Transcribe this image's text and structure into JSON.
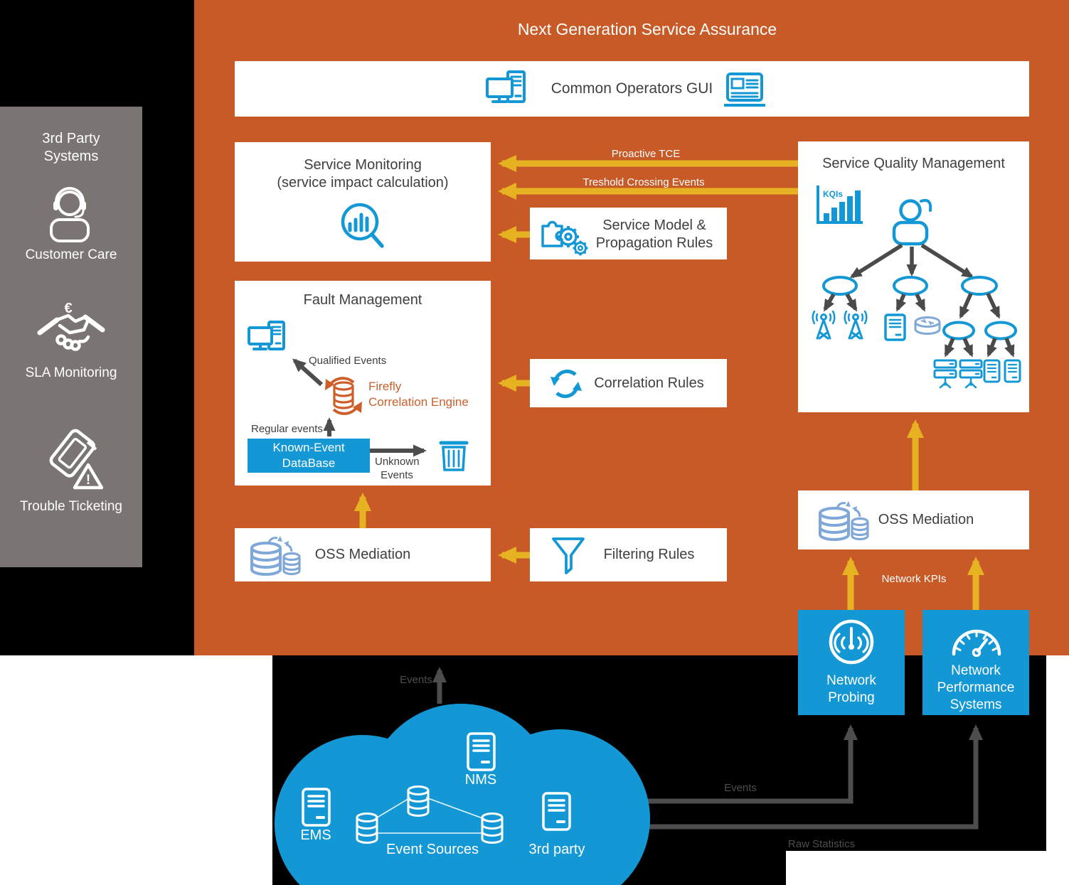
{
  "title": "Next Generation Service Assurance",
  "common_gui": {
    "label": "Common Operators GUI"
  },
  "sidebar": {
    "title_line1": "3rd Party",
    "title_line2": "Systems",
    "euro_symbol": "€",
    "warning_symbol": "!",
    "items": [
      {
        "label": "Customer Care"
      },
      {
        "label": "SLA Monitoring"
      },
      {
        "label": "Trouble Ticketing"
      }
    ]
  },
  "service_monitoring": {
    "title_line1": "Service Monitoring",
    "title_line2": "(service impact calculation)"
  },
  "service_model": {
    "label_line1": "Service Model &",
    "label_line2": "Propagation Rules"
  },
  "sqm": {
    "title": "Service Quality Management",
    "kqis_label": "KQIs"
  },
  "fault": {
    "title": "Fault Management",
    "qualified_events": "Qualified Events",
    "firefly_line1": "Firefly",
    "firefly_line2": "Correlation Engine",
    "regular_events": "Regular events",
    "kedb_line1": "Known-Event",
    "kedb_line2": "DataBase",
    "unknown_line1": "Unknown",
    "unknown_line2": "Events"
  },
  "correlation_rules": {
    "label": "Correlation Rules"
  },
  "filtering_rules": {
    "label": "Filtering Rules"
  },
  "oss_left": {
    "label": "OSS Mediation"
  },
  "oss_right": {
    "label": "OSS Mediation"
  },
  "flows": {
    "proactive_tce": "Proactive TCE",
    "threshold_crossing": "Treshold Crossing Events",
    "network_kpis": "Network KPIs",
    "events_to_oss": "Events",
    "events_to_probing": "Events",
    "raw_statistics": "Raw Statistics"
  },
  "network_probing": {
    "line1": "Network",
    "line2": "Probing"
  },
  "network_performance": {
    "line1": "Network",
    "line2": "Performance",
    "line3": "Systems"
  },
  "cloud": {
    "ems": "EMS",
    "nms": "NMS",
    "event_sources": "Event Sources",
    "third_party": "3rd party"
  },
  "colors": {
    "orange": "#C75A26",
    "yellow": "#E7B222",
    "blue": "#1498D5",
    "light_blue": "#7FA7D8",
    "sidebar_gray": "#7A7472",
    "text_dark": "#3F3F3F",
    "arrow_gray": "#4D4D4D",
    "firefly_orange": "#CE5F2A"
  }
}
